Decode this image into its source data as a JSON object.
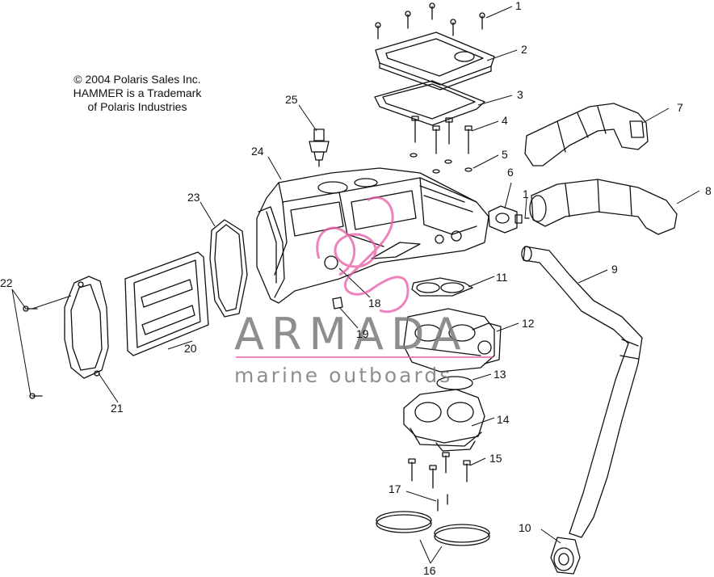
{
  "copyright": {
    "line1": "© 2004 Polaris Sales Inc.",
    "line2": "HAMMER is a Trademark",
    "line3": "of Polaris Industries"
  },
  "watermark": {
    "word": "ARMADA",
    "subtitle": "marine outboards",
    "accent_color": "#e75aa6",
    "text_color": "#7b7b7b"
  },
  "callouts": {
    "c1a": "1",
    "c2": "2",
    "c3": "3",
    "c4": "4",
    "c5": "5",
    "c6": "6",
    "c7": "7",
    "c8": "8",
    "c1b": "1",
    "c9": "9",
    "c10": "10",
    "c11": "11",
    "c12": "12",
    "c13": "13",
    "c14": "14",
    "c15": "15",
    "c16": "16",
    "c17": "17",
    "c18": "18",
    "c19": "19",
    "c20": "20",
    "c21": "21",
    "c22": "22",
    "c23": "23",
    "c24": "24",
    "c25": "25"
  }
}
